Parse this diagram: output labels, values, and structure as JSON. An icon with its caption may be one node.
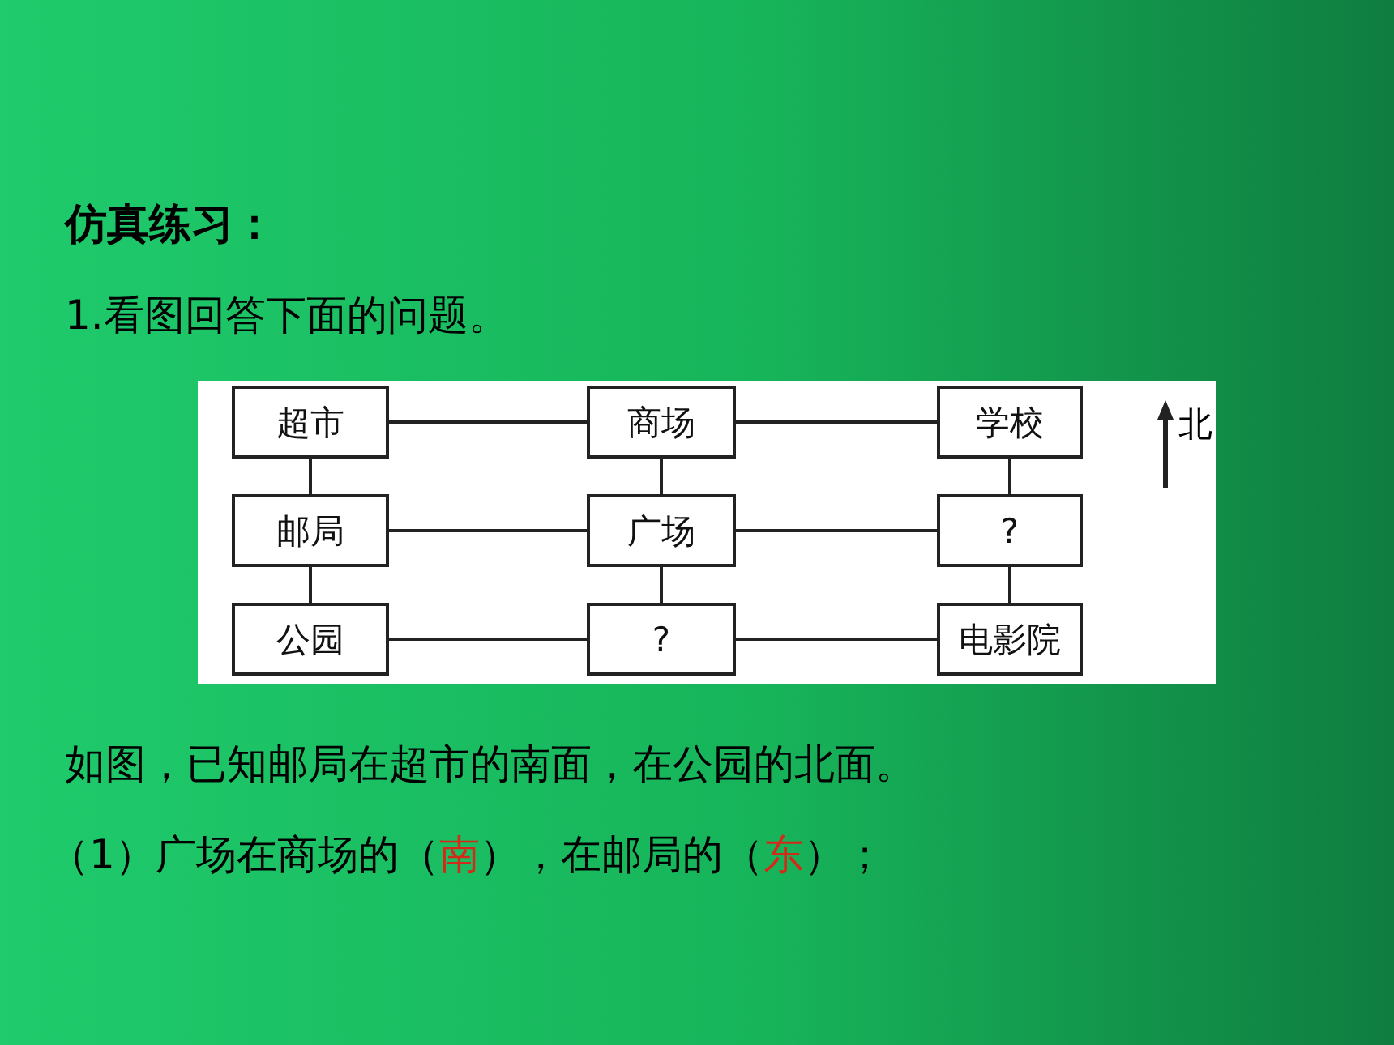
{
  "diagram": {
    "nodes": [
      {
        "text": [
          "超市"
        ]
      },
      {
        "text": [
          "商场"
        ]
      },
      {
        "text": [
          "学校"
        ]
      },
      {
        "text": [
          "邮局"
        ]
      },
      {
        "text": [
          "广场"
        ]
      },
      {
        "text": [
          "?"
        ]
      },
      {
        "text": [
          "公园"
        ]
      },
      {
        "text": [
          "?"
        ]
      },
      {
        "text": [
          "电影院"
        ]
      }
    ],
    "edges": [
      {
        "from": 0,
        "to": 1,
        "arrow": "none"
      },
      {
        "from": 1,
        "to": 2,
        "arrow": "none"
      },
      {
        "from": 3,
        "to": 4,
        "arrow": "none"
      },
      {
        "from": 4,
        "to": 5,
        "arrow": "none"
      },
      {
        "from": 6,
        "to": 7,
        "arrow": "none"
      },
      {
        "from": 7,
        "to": 8,
        "arrow": "none"
      },
      {
        "from": 0,
        "to": 3,
        "arrow": "none"
      },
      {
        "from": 3,
        "to": 6,
        "arrow": "none"
      },
      {
        "from": 1,
        "to": 4,
        "arrow": "none"
      },
      {
        "from": 4,
        "to": 7,
        "arrow": "none"
      },
      {
        "from": 2,
        "to": 5,
        "arrow": "none"
      },
      {
        "from": 5,
        "to": 8,
        "arrow": "none"
      }
    ],
    "labels": [
      "仿真练习：",
      "1.看图回答下面的问题。",
      "北",
      "如图，已知邮局在超市的南面，在公园的北面。",
      "（1）广场在商场的（",
      "南",
      "），在邮局的（",
      "东",
      "）；"
    ]
  }
}
